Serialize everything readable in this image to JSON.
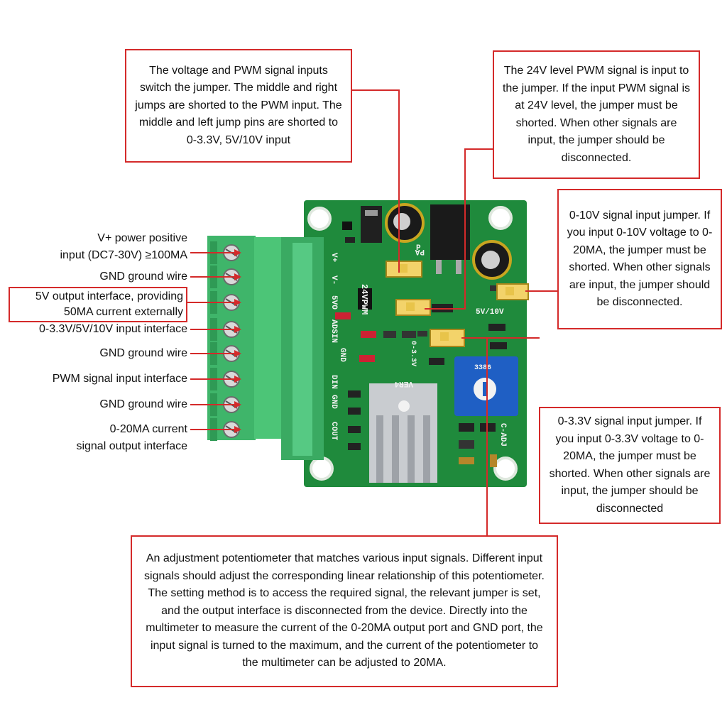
{
  "callouts": {
    "top_left": "The voltage and PWM signal inputs switch the jumper. The middle and right jumps are shorted to the PWM input. The middle and left jump pins are shorted to 0-3.3V, 5V/10V input",
    "top_right": "The 24V level PWM signal is input to the jumper. If the input PWM signal is at 24V level, the jumper must be shorted. When other signals are input, the jumper should be disconnected.",
    "mid_right": "0-10V signal input jumper. If you input 0-10V voltage to 0-20MA, the jumper must be shorted. When other signals are input, the jumper should be disconnected.",
    "low_right": "0-3.3V signal input jumper. If you input 0-3.3V voltage to 0-20MA, the jumper must be shorted. When other signals are input, the jumper should be disconnected",
    "bottom": "An adjustment potentiometer that matches various input signals. Different input signals should adjust the corresponding linear relationship of this potentiometer. The setting method is to access the required signal, the relevant jumper is set, and the output interface is disconnected from the device. Directly into the multimeter to measure the current of the 0-20MA output port and GND port, the input signal is turned to the maximum, and the current of the potentiometer to the multimeter can be adjusted to 20MA."
  },
  "terminals": {
    "t1_line1": "V+ power positive",
    "t1_line2": "input (DC7-30V) ≥100MA",
    "t2": "GND ground wire",
    "t3_line1": "5V output interface, providing",
    "t3_line2": "50MA current externally",
    "t4": "0-3.3V/5V/10V input interface",
    "t5": "GND ground wire",
    "t6": "PWM signal input interface",
    "t7": "GND ground wire",
    "t8_line1": "0-20MA current",
    "t8_line2": "signal output interface"
  },
  "silkscreen": {
    "pwm_range": "24VPWM",
    "vplus": "V+",
    "vminus": "V-",
    "v5out": "5VO",
    "adsin": "ADSIN",
    "gnd1": "GND",
    "din": "DIN",
    "gnd2": "GND",
    "cout": "COUT",
    "ver": "VER4",
    "v510": "5V/10V",
    "v33": "0-3.3V",
    "cadj": "C-ADJ",
    "p_label": "P",
    "pa_label": "PA",
    "pot_code": "3386"
  },
  "colors": {
    "callout_border": "#d42a2a",
    "pcb": "#1f8a3c",
    "terminal": "#3fb56a",
    "jumper": "#f3d36a",
    "pot": "#1f5fc4"
  }
}
